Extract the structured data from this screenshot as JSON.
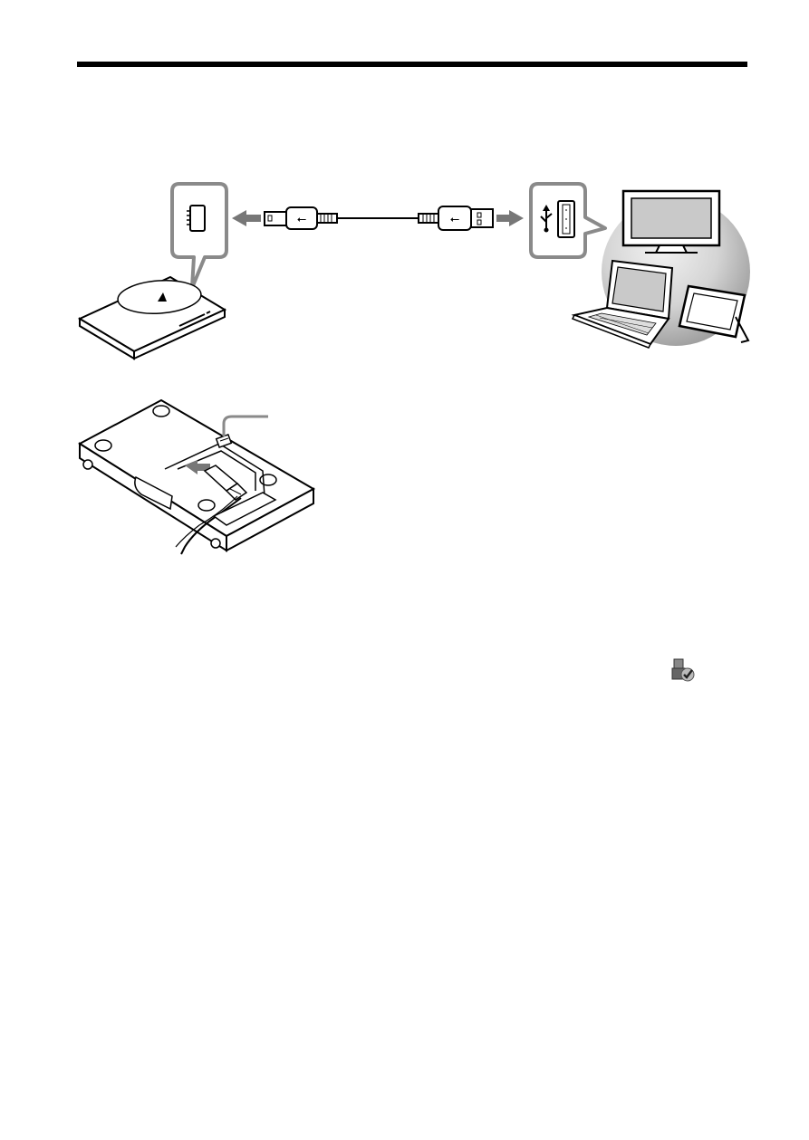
{
  "page": {
    "header_rule": "top-rule",
    "figures": {
      "connection": {
        "device_port_icon": "mini-usb-port-icon",
        "computer_port_icon": "usb-port-icon",
        "cable": "usb-cable",
        "targets": [
          "tv-icon",
          "laptop-icon",
          "photo-frame-icon"
        ]
      },
      "underside": {
        "device": "device-underside",
        "callout": "port-callout"
      }
    },
    "inline_icon": "safely-remove-hardware-icon"
  },
  "colors": {
    "ink": "#000000",
    "arrow": "#777777",
    "bubble_border": "#8a8a8a",
    "screen": "#c9c9c9",
    "circle_light": "#e6e6e6",
    "circle_dark": "#9a9a9a"
  }
}
